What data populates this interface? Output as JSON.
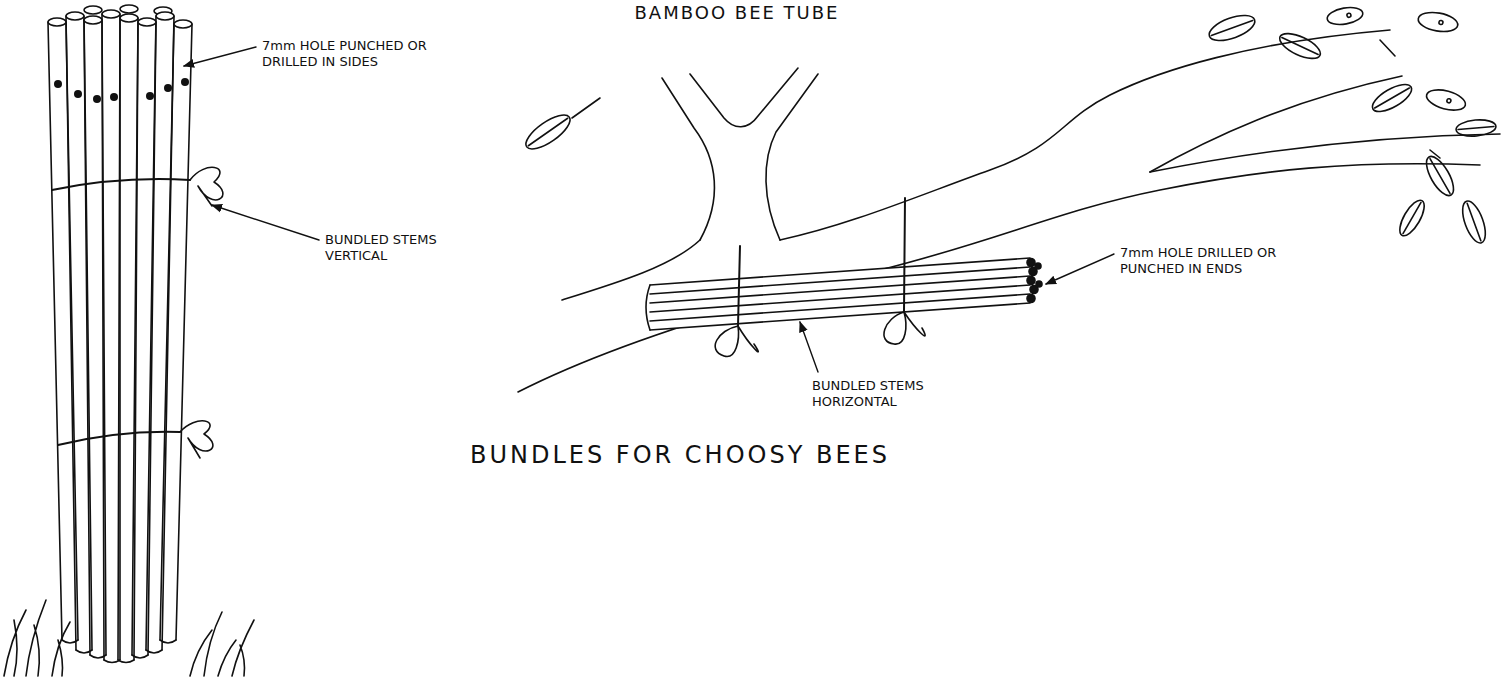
{
  "diagram": {
    "title": "BAMBOO BEE TUBE",
    "caption": "BUNDLES FOR CHOOSY BEES",
    "labels": [
      "7mm HOLE PUNCHED OR DRILLED IN SIDES",
      "BUNDLED STEMS VERTICAL",
      "7mm HOLE DRILLED OR PUNCHED IN ENDS",
      "BUNDLED STEMS HORIZONTAL"
    ]
  }
}
